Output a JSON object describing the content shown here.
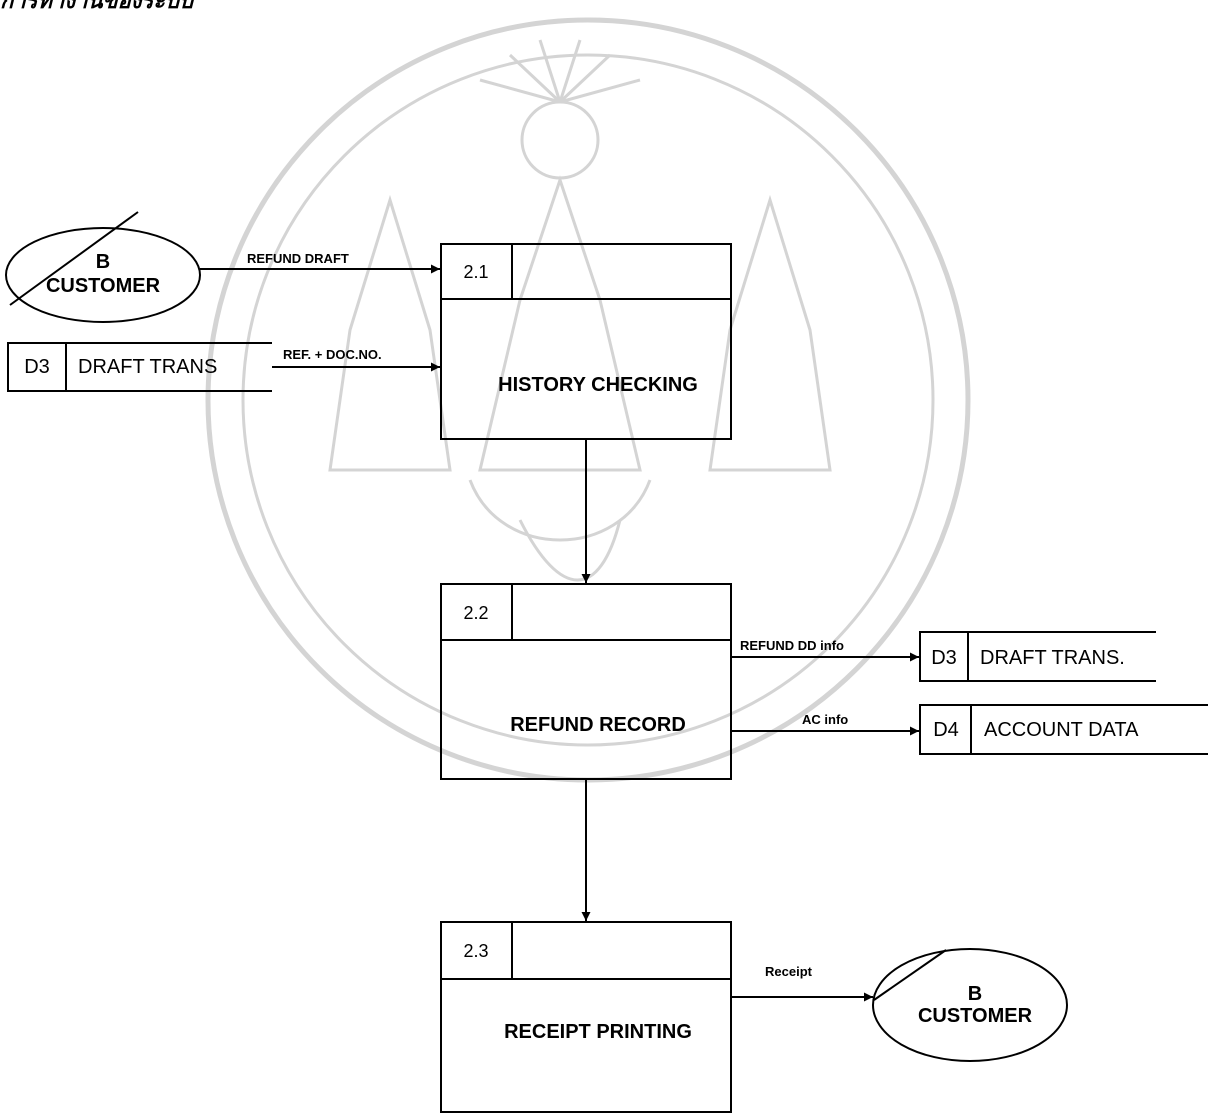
{
  "header_text": "การทำงานของระบบ",
  "entities": {
    "customer_in": {
      "line1": "B",
      "line2": "CUSTOMER"
    },
    "customer_out": {
      "line1": "B",
      "line2": "CUSTOMER"
    }
  },
  "stores": {
    "draft_trans_in": {
      "id": "D3",
      "name": "DRAFT TRANS"
    },
    "draft_trans_out": {
      "id": "D3",
      "name": "DRAFT TRANS."
    },
    "account_data": {
      "id": "D4",
      "name": "ACCOUNT DATA"
    }
  },
  "processes": {
    "p21": {
      "id": "2.1",
      "name": "HISTORY CHECKING"
    },
    "p22": {
      "id": "2.2",
      "name": "REFUND RECORD"
    },
    "p23": {
      "id": "2.3",
      "name": "RECEIPT PRINTING"
    }
  },
  "flows": {
    "refund_draft": "REFUND DRAFT",
    "ref_doc_no": "REF. + DOC.NO.",
    "refund_dd_info": "REFUND DD info",
    "ac_info": "AC info",
    "receipt": "Receipt"
  },
  "colors": {
    "ink": "#000000",
    "watermark": "#d4d4d4",
    "background": "#ffffff"
  }
}
